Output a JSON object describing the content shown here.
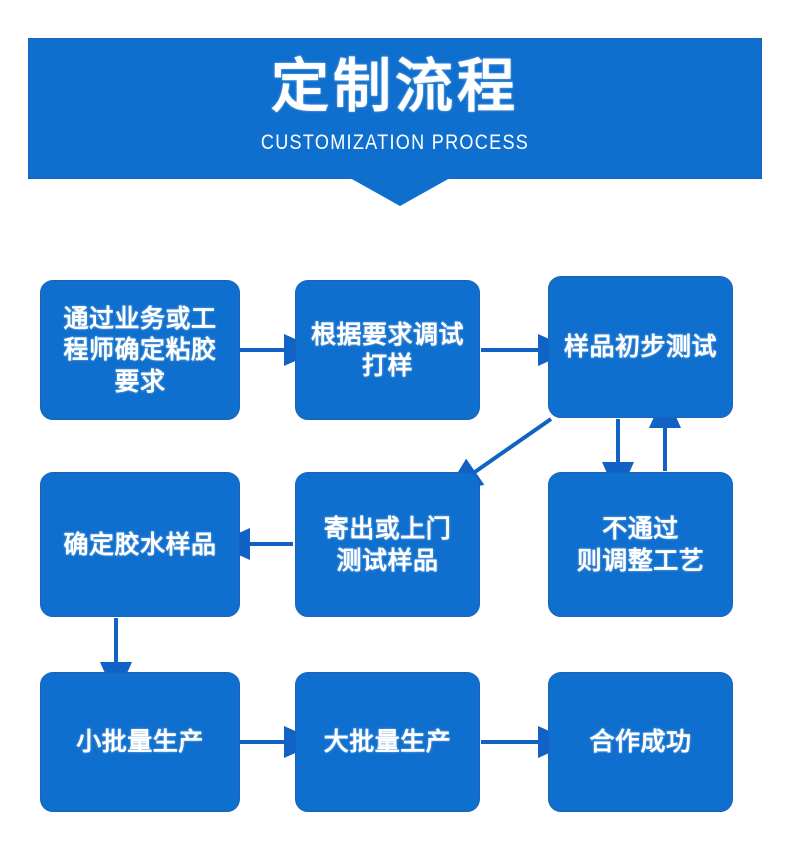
{
  "banner": {
    "title": "定制流程",
    "subtitle": "CUSTOMIZATION PROCESS",
    "color": "#0f6fce"
  },
  "colors": {
    "brand_blue": "#0f6fce",
    "node_border": "#1d63b5",
    "connector": "#1062c4",
    "text": "#ffffff",
    "background": "#ffffff"
  },
  "flow": {
    "nodes": [
      {
        "id": "node-1",
        "label": "通过业务或工\n程师确定粘胶\n要求",
        "row": 1,
        "col": 1
      },
      {
        "id": "node-2",
        "label": "根据要求调试\n打样",
        "row": 1,
        "col": 2
      },
      {
        "id": "node-3",
        "label": "样品初步测试",
        "row": 1,
        "col": 3
      },
      {
        "id": "node-4",
        "label": "确定胶水样品",
        "row": 2,
        "col": 1
      },
      {
        "id": "node-5",
        "label": "寄出或上门\n测试样品",
        "row": 2,
        "col": 2
      },
      {
        "id": "node-6",
        "label": "不通过\n则调整工艺",
        "row": 2,
        "col": 3
      },
      {
        "id": "node-7",
        "label": "小批量生产",
        "row": 3,
        "col": 1
      },
      {
        "id": "node-8",
        "label": "大批量生产",
        "row": 3,
        "col": 2
      },
      {
        "id": "node-9",
        "label": "合作成功",
        "row": 3,
        "col": 3
      }
    ],
    "connectors": [
      {
        "from": "node-1",
        "to": "node-2",
        "direction": "right"
      },
      {
        "from": "node-2",
        "to": "node-3",
        "direction": "right"
      },
      {
        "from": "node-3",
        "to": "node-6",
        "direction": "down"
      },
      {
        "from": "node-6",
        "to": "node-3",
        "direction": "up"
      },
      {
        "from": "node-3",
        "to": "node-5",
        "direction": "diagonal-down-left"
      },
      {
        "from": "node-5",
        "to": "node-4",
        "direction": "left"
      },
      {
        "from": "node-4",
        "to": "node-7",
        "direction": "down"
      },
      {
        "from": "node-7",
        "to": "node-8",
        "direction": "right"
      },
      {
        "from": "node-8",
        "to": "node-9",
        "direction": "right"
      }
    ]
  }
}
